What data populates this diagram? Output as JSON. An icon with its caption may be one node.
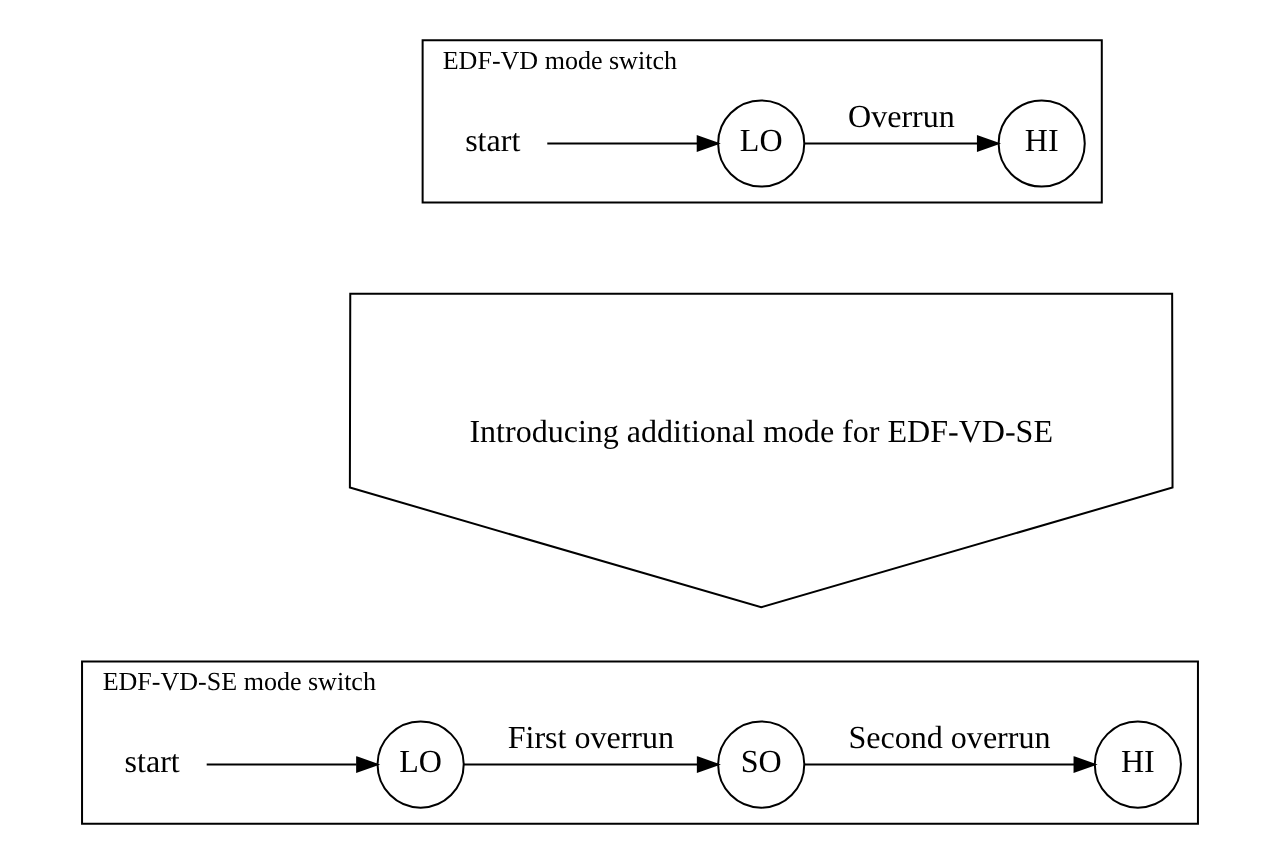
{
  "diagram": {
    "nodes": [
      {
        "text": [
          "EDF-VD mode switch"
        ]
      },
      {
        "text": [
          "start"
        ],
        "in": 0
      },
      {
        "text": [
          "LO"
        ],
        "in": 0
      },
      {
        "text": [
          "HI"
        ],
        "in": 0
      },
      {
        "text": [
          "Introducing additional mode for EDF-VD-SE"
        ]
      },
      {
        "text": [
          "EDF-VD-SE mode switch"
        ]
      },
      {
        "text": [
          "start"
        ],
        "in": 5
      },
      {
        "text": [
          "LO"
        ],
        "in": 5
      },
      {
        "text": [
          "SO"
        ],
        "in": 5
      },
      {
        "text": [
          "HI"
        ],
        "in": 5
      }
    ],
    "edges": [
      {
        "from": 1,
        "to": 2,
        "arrow": "to"
      },
      {
        "from": 2,
        "to": 3,
        "arrow": "to",
        "label": "Overrun"
      },
      {
        "from": 6,
        "to": 7,
        "arrow": "to"
      },
      {
        "from": 7,
        "to": 8,
        "arrow": "to",
        "label": "First overrun"
      },
      {
        "from": 8,
        "to": 9,
        "arrow": "to",
        "label": "Second overrun"
      }
    ]
  }
}
